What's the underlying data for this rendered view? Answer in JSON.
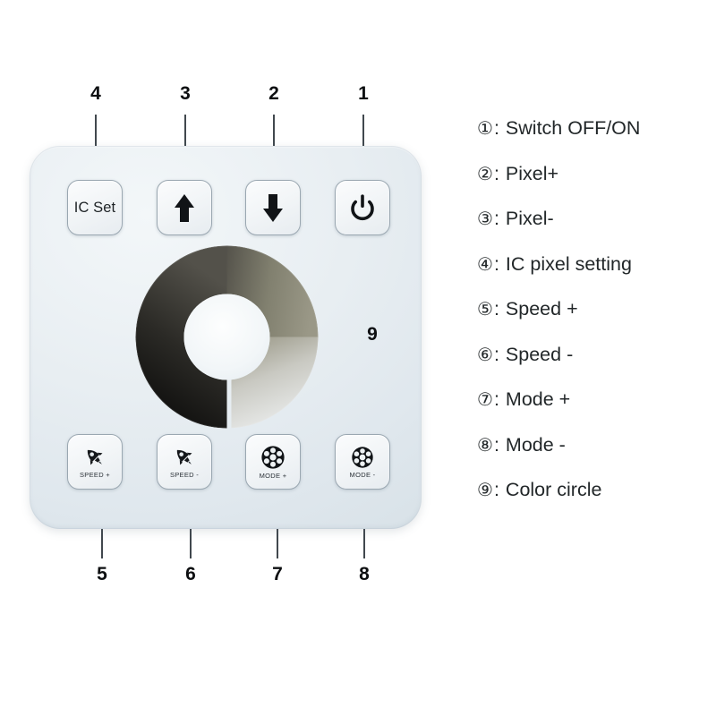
{
  "device": {
    "name": "led-controller-touch-panel",
    "panel_color": "#e6ecf0",
    "buttons_top": [
      {
        "id": "ic-set",
        "callout": "4",
        "label": "IC Set",
        "icon": "text-label",
        "sub": ""
      },
      {
        "id": "pixel-up",
        "callout": "3",
        "label": "",
        "icon": "arrow-up-icon",
        "sub": ""
      },
      {
        "id": "pixel-dn",
        "callout": "2",
        "label": "",
        "icon": "arrow-down-icon",
        "sub": ""
      },
      {
        "id": "power",
        "callout": "1",
        "label": "",
        "icon": "power-icon",
        "sub": ""
      }
    ],
    "buttons_bottom": [
      {
        "id": "speed-plus",
        "callout": "5",
        "label": "SPEED +",
        "icon": "rocket-icon"
      },
      {
        "id": "speed-minus",
        "callout": "6",
        "label": "SPEED -",
        "icon": "rocket-icon"
      },
      {
        "id": "mode-plus",
        "callout": "7",
        "label": "MODE +",
        "icon": "film-reel-icon"
      },
      {
        "id": "mode-minus",
        "callout": "8",
        "label": "MODE -",
        "icon": "film-reel-icon"
      }
    ],
    "color_ring": {
      "callout": "9",
      "name": "color-circle",
      "description": "grayscale gradient ring",
      "gradient_from": "#f2f2f0",
      "gradient_to": "#0a0a0a"
    }
  },
  "legend": {
    "items": [
      {
        "mark": "①",
        "text": "Switch OFF/ON"
      },
      {
        "mark": "②",
        "text": "Pixel+"
      },
      {
        "mark": "③",
        "text": "Pixel-"
      },
      {
        "mark": "④",
        "text": "IC pixel setting"
      },
      {
        "mark": "⑤",
        "text": "Speed +"
      },
      {
        "mark": "⑥",
        "text": "Speed -"
      },
      {
        "mark": "⑦",
        "text": "Mode +"
      },
      {
        "mark": "⑧",
        "text": "Mode -"
      },
      {
        "mark": "⑨",
        "text": "Color circle"
      }
    ],
    "separator": ":"
  }
}
